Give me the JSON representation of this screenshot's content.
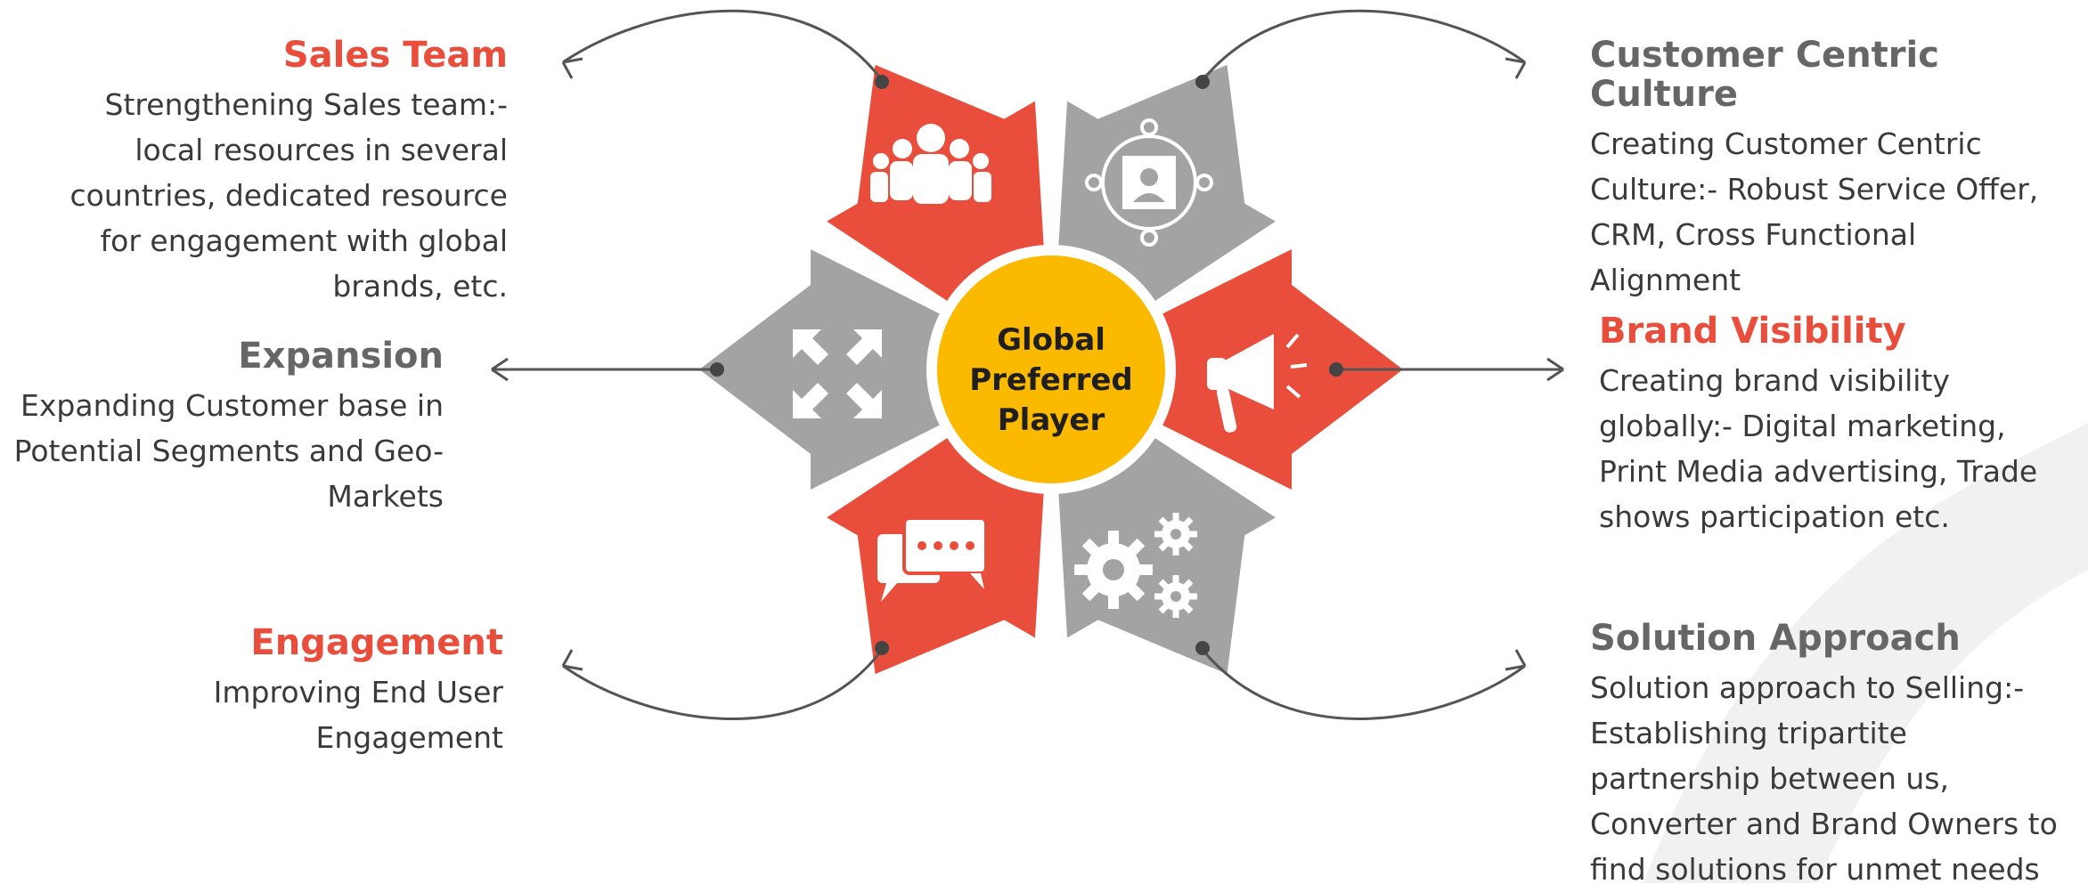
{
  "hub": {
    "center_text": "Global\nPreferred\nPlayer"
  },
  "colors": {
    "red": "#e84e3b",
    "gray": "#a3a3a3",
    "yellow": "#fbb900",
    "red_title": "#e84e3b",
    "gray_title": "#666666"
  },
  "segments": [
    {
      "id": "sales-team",
      "title": "Sales Team",
      "title_color": "red",
      "description": "Strengthening Sales team:-\nlocal resources in several\ncountries, dedicated resource\nfor engagement with global\nbrands, etc.",
      "icon": "people-group-icon"
    },
    {
      "id": "expansion",
      "title": "Expansion",
      "title_color": "gray",
      "description": "Expanding Customer base in\nPotential Segments and Geo-\nMarkets",
      "icon": "expand-arrows-icon"
    },
    {
      "id": "engagement",
      "title": "Engagement",
      "title_color": "red",
      "description": "Improving End User\nEngagement",
      "icon": "chat-bubbles-icon"
    },
    {
      "id": "customer-centric",
      "title": "Customer Centric Culture",
      "title_color": "gray",
      "description": "Creating Customer Centric\nCulture:- Robust Service Offer,\nCRM, Cross Functional\nAlignment",
      "icon": "customer-target-icon"
    },
    {
      "id": "brand-visibility",
      "title": "Brand Visibility",
      "title_color": "red",
      "description": "Creating brand visibility\nglobally:- Digital marketing,\nPrint Media advertising, Trade\nshows participation etc.",
      "icon": "megaphone-icon"
    },
    {
      "id": "solution-approach",
      "title": "Solution Approach",
      "title_color": "gray",
      "description": "Solution approach to Selling:-\nEstablishing tripartite\npartnership between us,\nConverter and Brand Owners to\nfind solutions for unmet needs",
      "icon": "gears-icon"
    }
  ]
}
